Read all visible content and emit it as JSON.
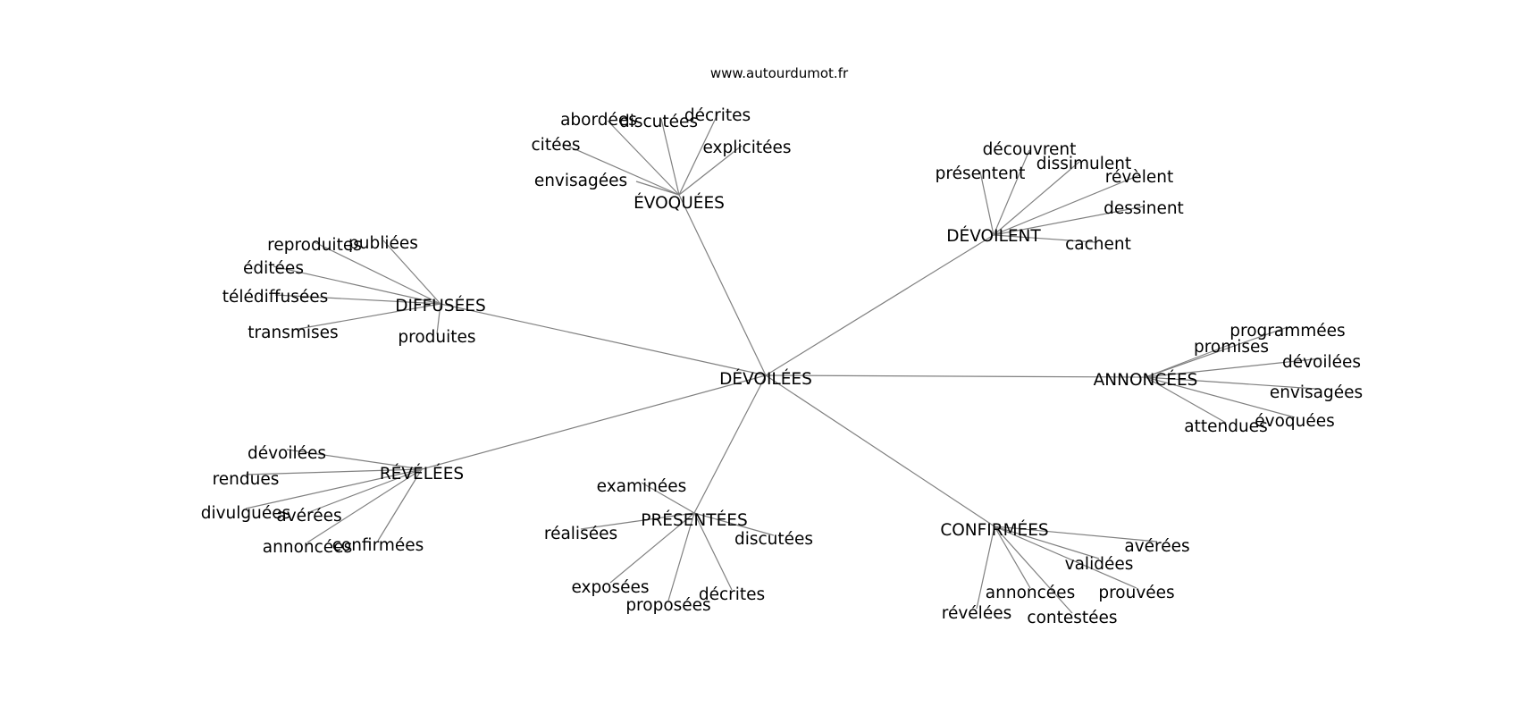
{
  "source": "www.autourdumot.fr",
  "colors": {
    "edge": "#808080",
    "text": "#000000",
    "background": "#ffffff"
  },
  "graph": {
    "root": "DÉVOILÉES",
    "groups": [
      {
        "hub": "ÉVOQUÉES",
        "words": [
          "abordées",
          "discutées",
          "décrites",
          "citées",
          "explicitées",
          "envisagées"
        ]
      },
      {
        "hub": "DÉVOILENT",
        "words": [
          "découvrent",
          "présentent",
          "dissimulent",
          "révèlent",
          "dessinent",
          "cachent"
        ]
      },
      {
        "hub": "DIFFUSÉES",
        "words": [
          "reproduites",
          "publiées",
          "éditées",
          "télédiffusées",
          "transmises",
          "produites"
        ]
      },
      {
        "hub": "ANNONCÉES",
        "words": [
          "programmées",
          "promises",
          "dévoilées",
          "envisagées",
          "évoquées",
          "attendues"
        ]
      },
      {
        "hub": "RÉVÉLÉES",
        "words": [
          "dévoilées",
          "rendues",
          "divulguées",
          "avérées",
          "annoncées",
          "confirmées"
        ]
      },
      {
        "hub": "PRÉSENTÉES",
        "words": [
          "examinées",
          "réalisées",
          "discutées",
          "exposées",
          "proposées",
          "décrites"
        ]
      },
      {
        "hub": "CONFIRMÉES",
        "words": [
          "avérées",
          "validées",
          "annoncées",
          "prouvées",
          "révélées",
          "contestées"
        ]
      }
    ]
  }
}
